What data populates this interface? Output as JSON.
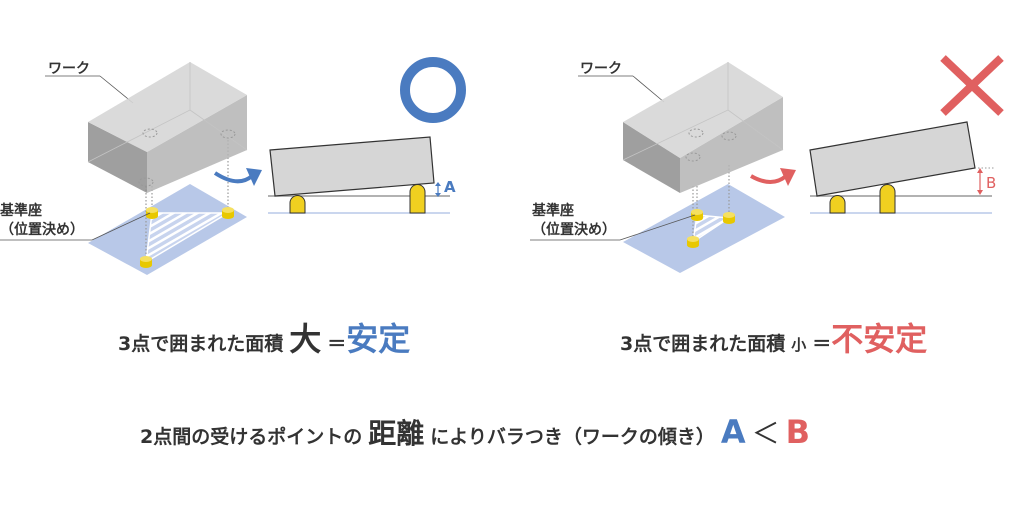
{
  "colors": {
    "good": "#4a7bc0",
    "bad": "#e06060",
    "pin": "#f0d020",
    "plate": "#b8c8e8"
  },
  "left": {
    "work_label": "ワーク",
    "base_label": "基準座",
    "base_sub": "（位置決め）",
    "gap_label": "A",
    "verdict_icon": "circle-ok-icon"
  },
  "right": {
    "work_label": "ワーク",
    "base_label": "基準座",
    "base_sub": "（位置決め）",
    "gap_label": "B",
    "verdict_icon": "cross-ng-icon"
  },
  "caption_left": {
    "text": "3点で囲まれた面積",
    "size": "大",
    "eq": "＝",
    "result": "安定"
  },
  "caption_right": {
    "text": "3点で囲まれた面積",
    "size": "小",
    "eq": "＝",
    "result": "不安定"
  },
  "conclusion": {
    "pre": "2点間の受けるポイントの",
    "key": "距離",
    "post": "によりバラつき（ワークの傾き）",
    "a": "A",
    "lt": "＜",
    "b": "B"
  }
}
